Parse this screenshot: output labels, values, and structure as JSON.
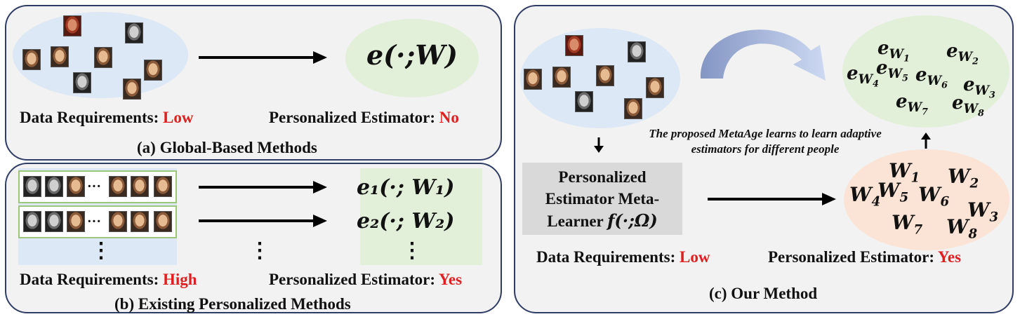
{
  "panel_a": {
    "data_req_label": "Data Requirements: ",
    "data_req_value": "Low",
    "pe_label": "Personalized Estimator: ",
    "pe_value": "No",
    "caption": "(a) Global-Based Methods",
    "estimator": "e(·;W)"
  },
  "panel_b": {
    "data_req_label": "Data Requirements: ",
    "data_req_value": "High",
    "pe_label": "Personalized Estimator: ",
    "pe_value": "Yes",
    "caption": "(b) Existing Personalized Methods",
    "row_ellipsis": "···",
    "col_ellipsis": "⋮",
    "estimator_1": "e₁(·; W₁)",
    "estimator_2": "e₂(·; W₂)"
  },
  "panel_c": {
    "learner_line1": "Personalized",
    "learner_line2": "Estimator Meta-",
    "learner_line3": "Learner ",
    "learner_fn": "f(·;Ω)",
    "note_line1": "The proposed MetaAge learns to learn adaptive",
    "note_line2": "estimators for different people",
    "data_req_label": "Data Requirements",
    "data_req_sep": ": ",
    "data_req_value": "Low",
    "pe_label": "Personalized Estimator: ",
    "pe_value": "Yes",
    "caption": "(c) Our Method",
    "estimators": [
      "e_W1",
      "e_W2",
      "e_W4",
      "e_W5",
      "e_W6",
      "e_W3",
      "e_W7",
      "e_W8"
    ],
    "weights": [
      "W1",
      "W2",
      "W4",
      "W5",
      "W6",
      "W3",
      "W7",
      "W8"
    ]
  },
  "colors": {
    "highlight": "#e02020",
    "border": "#2f3d66",
    "blue_ellipse": "#dce8f5",
    "green_ellipse": "#e2efd9",
    "peach_ellipse": "#fbe4d5"
  }
}
